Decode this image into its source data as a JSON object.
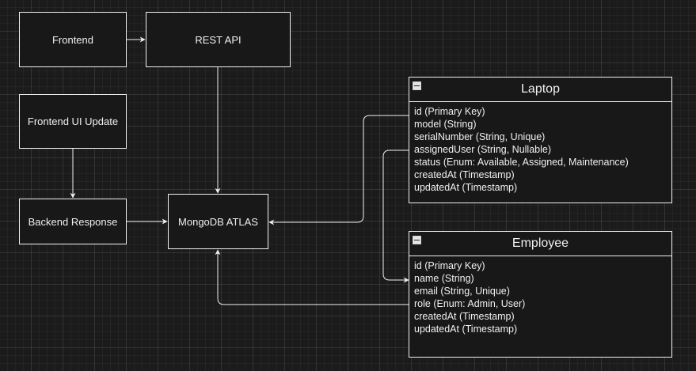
{
  "nodes": {
    "frontend": "Frontend",
    "rest_api": "REST API",
    "frontend_ui_update": "Frontend UI Update",
    "backend_response": "Backend Response",
    "mongodb_atlas": "MongoDB ATLAS"
  },
  "entities": {
    "laptop": {
      "title": "Laptop",
      "fields": [
        "id (Primary Key)",
        "model (String)",
        "serialNumber (String, Unique)",
        "assignedUser (String, Nullable)",
        "status (Enum: Available, Assigned, Maintenance)",
        "createdAt (Timestamp)",
        "updatedAt (Timestamp)"
      ]
    },
    "employee": {
      "title": "Employee",
      "fields": [
        "id (Primary Key)",
        "name (String)",
        "email (String, Unique)",
        "role (Enum: Admin, User)",
        "createdAt (Timestamp)",
        "updatedAt (Timestamp)"
      ]
    }
  },
  "colors": {
    "background": "#1b1b1b",
    "stroke": "#f0f0f0",
    "text": "#f0f0f0"
  }
}
